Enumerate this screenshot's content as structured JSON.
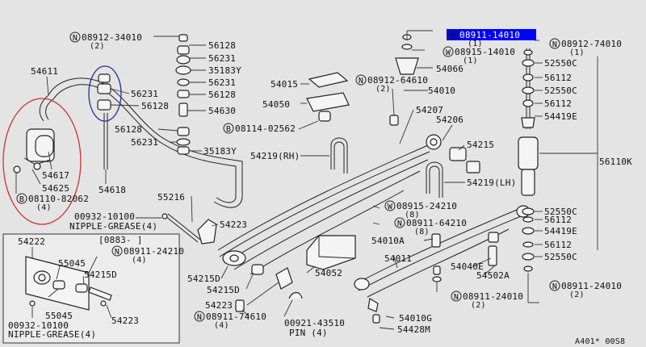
{
  "diagram": {
    "selected": {
      "circle_mark": "N",
      "number": "08911-14010",
      "qty": "(1)",
      "highlight_color": "#0000ff",
      "text_color": "#ffffff"
    },
    "labels_top_left": [
      {
        "mark": "N",
        "text": "08912-34010",
        "qty": "(2)"
      },
      {
        "text": "56128"
      },
      {
        "text": "56231"
      },
      {
        "text": "35183Y"
      },
      {
        "text": "56231"
      },
      {
        "text": "56128"
      },
      {
        "text": "54630"
      },
      {
        "text": "54611"
      },
      {
        "text": "56231"
      },
      {
        "text": "56128"
      },
      {
        "text": "56128"
      },
      {
        "text": "56231"
      },
      {
        "text": "35183Y"
      },
      {
        "text": "54617"
      },
      {
        "text": "54625"
      },
      {
        "text": "54618"
      },
      {
        "mark": "B",
        "text": "08110-82062",
        "qty": "(4)"
      }
    ],
    "labels_center": [
      {
        "text": "54015"
      },
      {
        "text": "54050"
      },
      {
        "mark": "N",
        "text": "08912-64610",
        "qty": "(2)"
      },
      {
        "mark": "W",
        "text": "08915-14010",
        "qty": "(1)"
      },
      {
        "text": "54066"
      },
      {
        "text": "54010"
      },
      {
        "text": "54207"
      },
      {
        "text": "54206"
      },
      {
        "mark": "B",
        "text": "08114-02562"
      },
      {
        "text": "54219(RH)"
      },
      {
        "text": "54215"
      },
      {
        "text": "54219(LH)"
      },
      {
        "text": "55216"
      },
      {
        "text": "00932-10100"
      },
      {
        "text": "NIPPLE-GREASE(4)"
      },
      {
        "text": "54223"
      },
      {
        "mark": "W",
        "text": "08915-24210",
        "qty": "(8)"
      },
      {
        "mark": "N",
        "text": "08911-64210",
        "qty": "(8)"
      },
      {
        "text": "54010A"
      },
      {
        "text": "54011"
      },
      {
        "text": "54040E"
      },
      {
        "text": "54502A"
      },
      {
        "text": "54052"
      },
      {
        "text": "54215D"
      },
      {
        "text": "54215D"
      },
      {
        "text": "54223"
      },
      {
        "mark": "N",
        "text": "08911-74610",
        "qty": "(4)"
      },
      {
        "text": "00921-43510"
      },
      {
        "text": "PIN (4)"
      },
      {
        "mark": "N",
        "text": "08911-24010",
        "qty": "(2)"
      },
      {
        "text": "54010G"
      },
      {
        "text": "54428M"
      }
    ],
    "labels_right": [
      {
        "mark": "N",
        "text": "08912-74010",
        "qty": "(1)"
      },
      {
        "text": "52550C"
      },
      {
        "text": "56112"
      },
      {
        "text": "52550C"
      },
      {
        "text": "56112"
      },
      {
        "text": "54419E"
      },
      {
        "text": "56110K"
      },
      {
        "text": "52550C"
      },
      {
        "text": "56112"
      },
      {
        "text": "54419E"
      },
      {
        "text": "56112"
      },
      {
        "text": "52550C"
      },
      {
        "mark": "N",
        "text": "08911-24010",
        "qty": "(2)"
      }
    ],
    "inset": {
      "header": "[0883-   ]",
      "labels": [
        {
          "text": "54222"
        },
        {
          "mark": "N",
          "text": "08911-24210",
          "qty": "(4)"
        },
        {
          "text": "55045"
        },
        {
          "text": "54215D"
        },
        {
          "text": "55045"
        },
        {
          "text": "54223"
        },
        {
          "text": "00932-10100"
        },
        {
          "text": "NIPPLE-GREASE(4)"
        }
      ]
    },
    "footer_code": "A401* 00S8",
    "colors": {
      "background": "#e4e4e4",
      "ink": "#222222",
      "red_circle": "#cc3333",
      "blue_circle": "#2a2aa0"
    }
  }
}
